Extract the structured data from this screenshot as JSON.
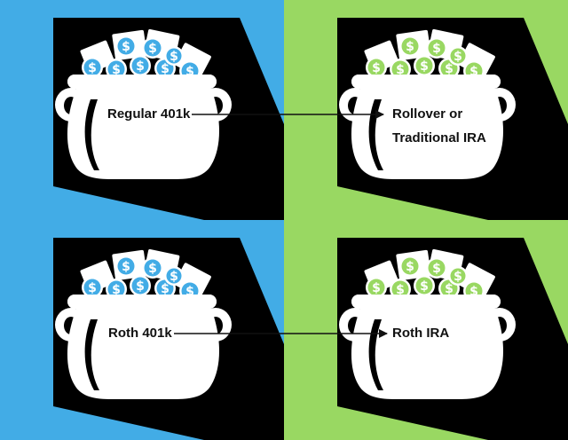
{
  "colors": {
    "left_panel": "#42ACE6",
    "right_panel": "#99D862",
    "left_panel_shadow": "#3696CD",
    "right_panel_shadow": "#84C34E",
    "pot": "#FFFFFF",
    "coin_left": "#42ACE6",
    "coin_right": "#99D862",
    "arrow": "#111111"
  },
  "icons": {
    "pot": "money-pot-icon",
    "coin": "dollar-coin-icon",
    "bill": "banknote-icon"
  },
  "pots": {
    "top_left": {
      "label": "Regular 401k"
    },
    "top_right": {
      "label_line1": "Rollover or",
      "label_line2": "Traditional IRA"
    },
    "bottom_left": {
      "label": "Roth 401k"
    },
    "bottom_right": {
      "label": "Roth IRA"
    }
  },
  "coin_symbol": "$"
}
